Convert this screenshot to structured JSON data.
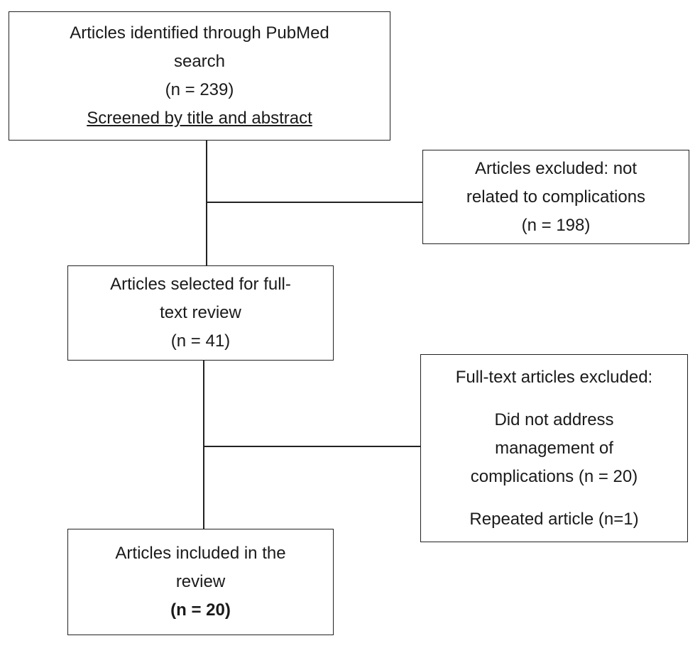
{
  "boxes": {
    "identified": {
      "line1": "Articles identified through PubMed",
      "line2": "search",
      "count": "(n = 239)",
      "note": "Screened by title and abstract"
    },
    "excluded_first": {
      "line1": "Articles excluded: not",
      "line2": "related to complications",
      "count": "(n = 198)"
    },
    "selected": {
      "line1": "Articles selected for full-",
      "line2": "text review",
      "count": "(n = 41)"
    },
    "excluded_fulltext": {
      "heading": "Full-text articles excluded:",
      "reason1_line1": "Did not address",
      "reason1_line2": "management of",
      "reason1_line3": "complications (n = 20)",
      "reason2": "Repeated article (n=1)"
    },
    "included": {
      "line1": "Articles included in the",
      "line2": "review",
      "count": "(n = 20)"
    }
  }
}
